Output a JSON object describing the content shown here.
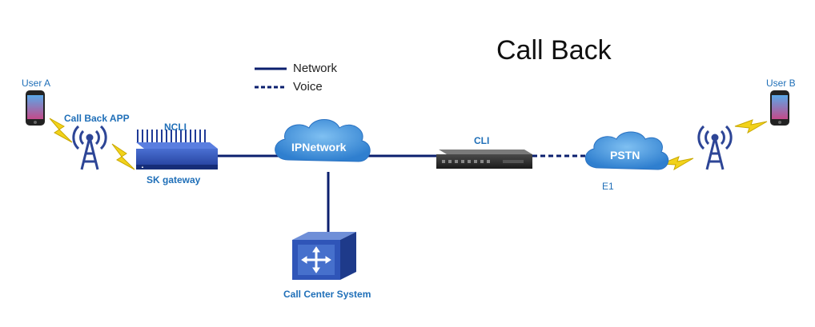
{
  "title": "Call Back",
  "legend": {
    "network_label": "Network",
    "voice_label": "Voice"
  },
  "labels": {
    "user_a": "User A",
    "user_b": "User B",
    "call_back_app": "Call Back APP",
    "ncli": "NCLI",
    "sk_gateway": "SK gateway",
    "ip_network": "IPNetwork",
    "cli": "CLI",
    "pstn": "PSTN",
    "e1": "E1",
    "call_center_system": "Call Center System"
  },
  "colors": {
    "line": "#0b1f6e",
    "label_blue": "#1f6fb8",
    "cloud": "#2c7fd0",
    "gateway": "#2a49a8",
    "lightning": "#f2d21b",
    "tower": "#2d4596"
  },
  "icons": [
    "phone-icon",
    "cell-tower-icon",
    "lightning-icon",
    "cloud-icon",
    "gateway-device-icon",
    "rack-server-icon",
    "call-center-router-icon"
  ]
}
